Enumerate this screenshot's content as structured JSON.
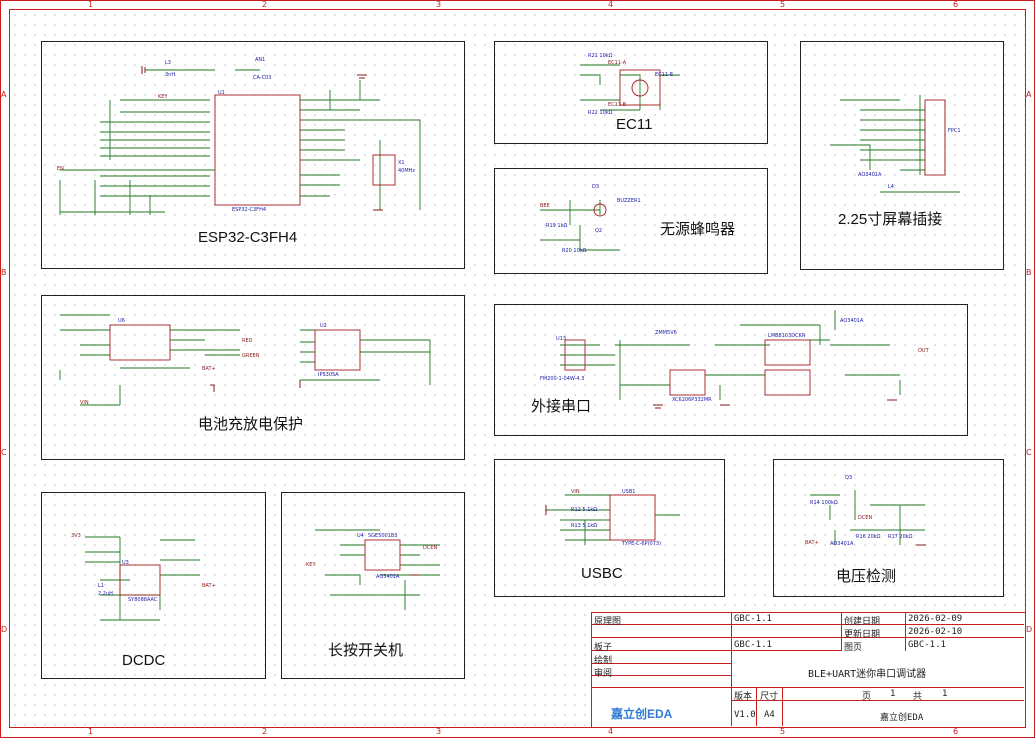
{
  "sheet": {
    "frame_color": "#c81e1e",
    "grid_numbers_top": [
      "1",
      "2",
      "3",
      "4",
      "5",
      "6"
    ],
    "grid_numbers_bottom": [
      "1",
      "2",
      "3",
      "4",
      "5",
      "6"
    ],
    "grid_letters_left": [
      "A",
      "B",
      "C",
      "D"
    ],
    "grid_letters_right": [
      "A",
      "B",
      "C",
      "D"
    ]
  },
  "blocks": {
    "esp32": {
      "title": "ESP32-C3FH4",
      "chip": "U1",
      "part": "ESP32-C3FH4",
      "antenna": "AN1",
      "antenna_part": "CA-C03",
      "crystal": "X1",
      "crystal_freq": "40MHz",
      "inductor": "L3",
      "inductor_val": "3nH",
      "net_key": "KEY",
      "net_en": "EN"
    },
    "ec11": {
      "title": "EC11",
      "part": "EC11-E",
      "r1": "R21 10kΩ",
      "r2": "R22 10kΩ",
      "net_a": "EC11-A",
      "net_b": "EC11-B"
    },
    "lcd": {
      "title": "2.25寸屏幕插接",
      "connector": "FPC1",
      "part": "AO3401A",
      "inductor": "L4"
    },
    "buzzer": {
      "title": "无源蜂鸣器",
      "part": "BUZZER1",
      "diode": "D3",
      "transistor": "Q2",
      "net": "BEE",
      "r1": "R19 1kΩ",
      "r2": "R20 10kΩ"
    },
    "battery": {
      "title": "电池充放电保护",
      "charger": "U6",
      "protector": "U2",
      "part": "IP5305A",
      "net_bat": "BAT+",
      "net_vin": "VIN",
      "net_red": "RED",
      "net_green": "GREEN"
    },
    "uart": {
      "title": "外接串口",
      "connector": "U13",
      "conn_part": "FM200-1-04W-4.3",
      "diode": "ZMM5V6",
      "ldo": "XC6206P332MR",
      "buffer": "LMB8103DCKR",
      "mosfet": "AO3401A",
      "net_vout": "OUT"
    },
    "dcdc": {
      "title": "DCDC",
      "chip": "U3",
      "part": "SY8088AAC",
      "inductor": "L1",
      "ind_val": "2.2uH",
      "net_v33": "3V3",
      "net_bat": "BAT+"
    },
    "power_switch": {
      "title": "长按开关机",
      "chip": "U4",
      "part": "SGE5001B3",
      "net_key": "KEY",
      "net_dcen": "DCEN",
      "mosfet": "AO3401A"
    },
    "usbc": {
      "title": "USBC",
      "connector": "USB1",
      "part": "TYPE-C-6P(073)",
      "r1": "R12 5.1kΩ",
      "r2": "R13 5.1kΩ",
      "net_vin": "VIN"
    },
    "voltage": {
      "title": "电压检测",
      "mosfet": "Q3",
      "part": "AO3401A",
      "r1": "R14 100kΩ",
      "r2": "R16 20kΩ",
      "r3": "R17 20kΩ",
      "net_dcen": "DCEN",
      "net_bat": "BAT+"
    }
  },
  "title_block": {
    "labels": {
      "schematic": "原理图",
      "board": "板子",
      "drawn": "绘制",
      "checked": "审阅",
      "created": "创建日期",
      "updated": "更新日期",
      "page": "图页",
      "version": "版本",
      "size": "尺寸",
      "sheet": "页",
      "of": "共"
    },
    "values": {
      "schematic": "GBC-1.1",
      "board": "GBC-1.1",
      "created": "2026-02-09",
      "updated": "2026-02-10",
      "page": "GBC-1.1",
      "title": "BLE+UART迷你串口调试器",
      "version": "V1.0",
      "size": "A4",
      "sheet_no": "1",
      "sheet_total": "1",
      "company": "嘉立创EDA"
    },
    "logo": "嘉立创EDA"
  }
}
